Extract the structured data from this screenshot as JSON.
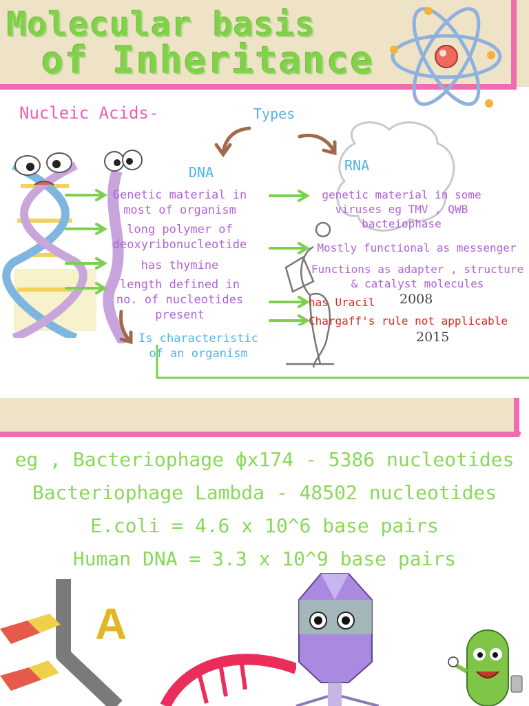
{
  "header": {
    "title_line1": "Molecular basis",
    "title_line2": "of Inheritance"
  },
  "section": {
    "heading": "Nucleic Acids-",
    "types_label": "Types",
    "dna_label": "DNA",
    "rna_label": "RNA"
  },
  "dna_points": [
    "Genetic material in most of organism",
    "long polymer of deoxyribonucleotide",
    "has thymine",
    "length defined in no. of nucleotides present",
    "Is characteristic of an organism"
  ],
  "rna_points": [
    "genetic material in some viruses eg TMV , QWB bacteiophase",
    "Mostly functional as messenger",
    "Functions as adapter , structure & catalyst molecules",
    "has Uracil",
    "Chargaff's rule not applicable"
  ],
  "years": [
    "2008",
    "2015"
  ],
  "examples": [
    "eg , Bacteriophage ϕx174 - 5386 nucleotides",
    "Bacteriophage Lambda - 48502 nucleotides",
    "E.coli = 4.6 x 10^6 base pairs",
    "Human DNA = 3.3 x 10^9 base pairs"
  ],
  "decor": {
    "letter": "A"
  },
  "colors": {
    "title_green": "#82d14a",
    "header_bg": "#eee3c7",
    "border_pink": "#f06cb0",
    "heading_pink": "#ec5fb4",
    "label_blue": "#4fb4e6",
    "text_purple": "#b063d8",
    "text_red": "#d9281f",
    "arrow_green": "#7ccf4f",
    "example_green": "#8ad85a"
  }
}
